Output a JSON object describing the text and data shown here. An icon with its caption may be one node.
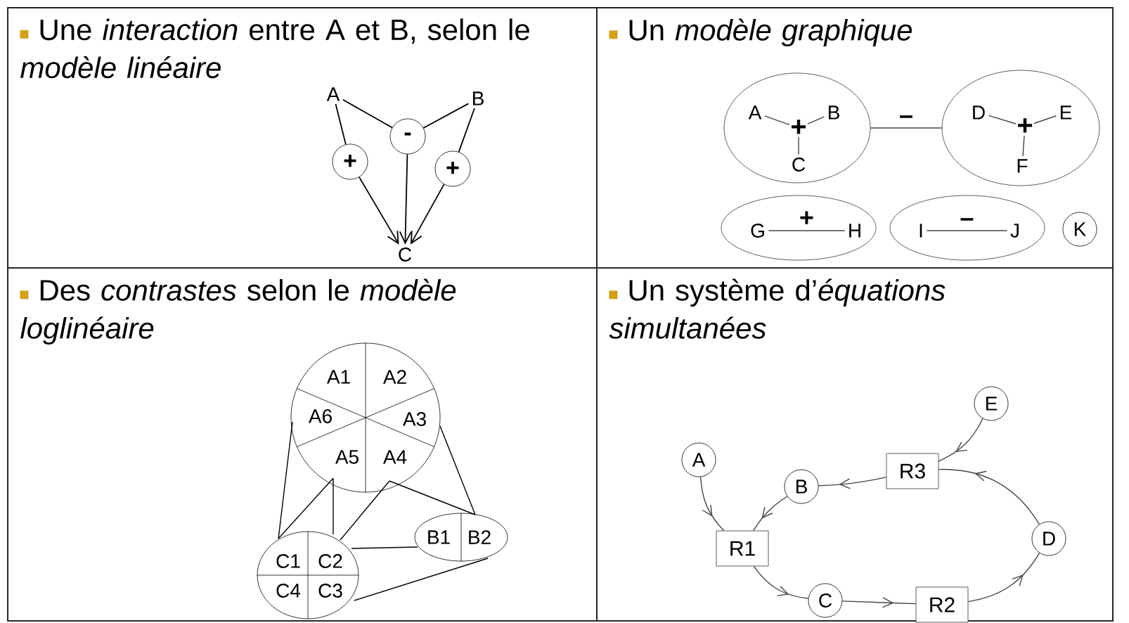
{
  "diagram": {
    "nodes": [
      {
        "text": [
          "Une *interaction* entre A et B, selon le *modèle linéaire*"
        ]
      },
      {
        "text": [
          "A"
        ],
        "in": 0
      },
      {
        "text": [
          "-"
        ],
        "in": 0
      },
      {
        "text": [
          "B"
        ],
        "in": 0
      },
      {
        "text": [
          "+"
        ],
        "in": 0
      },
      {
        "text": [
          "+"
        ],
        "in": 0
      },
      {
        "text": [
          "C"
        ],
        "in": 0
      },
      {
        "text": [
          "Un *modèle graphique*"
        ]
      },
      {
        "text": [],
        "shape": "ellipse",
        "in": 7
      },
      {
        "text": [
          "A"
        ],
        "in": 8
      },
      {
        "text": [
          "B"
        ],
        "in": 8
      },
      {
        "text": [
          "+"
        ],
        "in": 8
      },
      {
        "text": [
          "C"
        ],
        "in": 8
      },
      {
        "text": [],
        "shape": "ellipse",
        "in": 7
      },
      {
        "text": [
          "D"
        ],
        "in": 13
      },
      {
        "text": [
          "E"
        ],
        "in": 13
      },
      {
        "text": [
          "+"
        ],
        "in": 13
      },
      {
        "text": [
          "F"
        ],
        "in": 13
      },
      {
        "text": [],
        "shape": "ellipse",
        "in": 7
      },
      {
        "text": [
          "G"
        ],
        "in": 18
      },
      {
        "text": [
          "H"
        ],
        "in": 18
      },
      {
        "text": [],
        "shape": "ellipse",
        "in": 7
      },
      {
        "text": [
          "I"
        ],
        "in": 21
      },
      {
        "text": [
          "J"
        ],
        "in": 21
      },
      {
        "text": [
          "K"
        ],
        "in": 7
      },
      {
        "text": [
          "Des *contrastes* selon le *modèle loglinéaire*"
        ]
      },
      {
        "text": [
          "A1",
          "A2",
          "A6",
          "A3",
          "A5",
          "A4"
        ],
        "in": 25
      },
      {
        "text": [
          "B1",
          "B2"
        ],
        "in": 25
      },
      {
        "text": [
          "C1",
          "C2",
          "C4",
          "C3"
        ],
        "in": 25
      },
      {
        "text": [
          "Un système d’*équations simultanées*"
        ]
      },
      {
        "text": [
          "E"
        ],
        "in": 29
      },
      {
        "text": [
          "A"
        ],
        "in": 29
      },
      {
        "text": [
          "R3"
        ],
        "in": 29
      },
      {
        "text": [
          "B"
        ],
        "in": 29
      },
      {
        "text": [
          "D"
        ],
        "in": 29
      },
      {
        "text": [
          "R1"
        ],
        "in": 29
      },
      {
        "text": [
          "C"
        ],
        "in": 29
      },
      {
        "text": [
          "R2"
        ],
        "in": 29
      }
    ],
    "edges": [
      {
        "from": 1,
        "to": 4,
        "arrow": "none"
      },
      {
        "from": 4,
        "to": 6,
        "arrow": "to"
      },
      {
        "from": 1,
        "to": 2,
        "arrow": "none"
      },
      {
        "from": 3,
        "to": 2,
        "arrow": "none"
      },
      {
        "from": 2,
        "to": 6,
        "arrow": "to"
      },
      {
        "from": 3,
        "to": 5,
        "arrow": "none"
      },
      {
        "from": 5,
        "to": 6,
        "arrow": "to"
      },
      {
        "from": 9,
        "to": 11,
        "arrow": "none"
      },
      {
        "from": 10,
        "to": 11,
        "arrow": "none"
      },
      {
        "from": 12,
        "to": 11,
        "arrow": "none"
      },
      {
        "from": 14,
        "to": 16,
        "arrow": "none"
      },
      {
        "from": 15,
        "to": 16,
        "arrow": "none"
      },
      {
        "from": 17,
        "to": 16,
        "arrow": "none"
      },
      {
        "from": 8,
        "to": 13,
        "arrow": "none",
        "label": "–"
      },
      {
        "from": 19,
        "to": 20,
        "arrow": "none",
        "label": "+"
      },
      {
        "from": 22,
        "to": 23,
        "arrow": "none",
        "label": "–"
      },
      {
        "from": 26,
        "to": 28,
        "arrow": "none"
      },
      {
        "from": 26,
        "to": 28,
        "arrow": "none"
      },
      {
        "from": 26,
        "to": 28,
        "arrow": "none"
      },
      {
        "from": 26,
        "to": 28,
        "arrow": "none"
      },
      {
        "from": 26,
        "to": 27,
        "arrow": "none"
      },
      {
        "from": 26,
        "to": 27,
        "arrow": "none"
      },
      {
        "from": 28,
        "to": 27,
        "arrow": "none"
      },
      {
        "from": 28,
        "to": 27,
        "arrow": "none"
      },
      {
        "from": 30,
        "to": 32,
        "arrow": "to"
      },
      {
        "from": 32,
        "to": 33,
        "arrow": "to"
      },
      {
        "from": 33,
        "to": 35,
        "arrow": "to"
      },
      {
        "from": 31,
        "to": 35,
        "arrow": "to"
      },
      {
        "from": 35,
        "to": 36,
        "arrow": "to"
      },
      {
        "from": 36,
        "to": 37,
        "arrow": "to"
      },
      {
        "from": 37,
        "to": 34,
        "arrow": "to"
      },
      {
        "from": 34,
        "to": 32,
        "arrow": "to"
      }
    ]
  }
}
